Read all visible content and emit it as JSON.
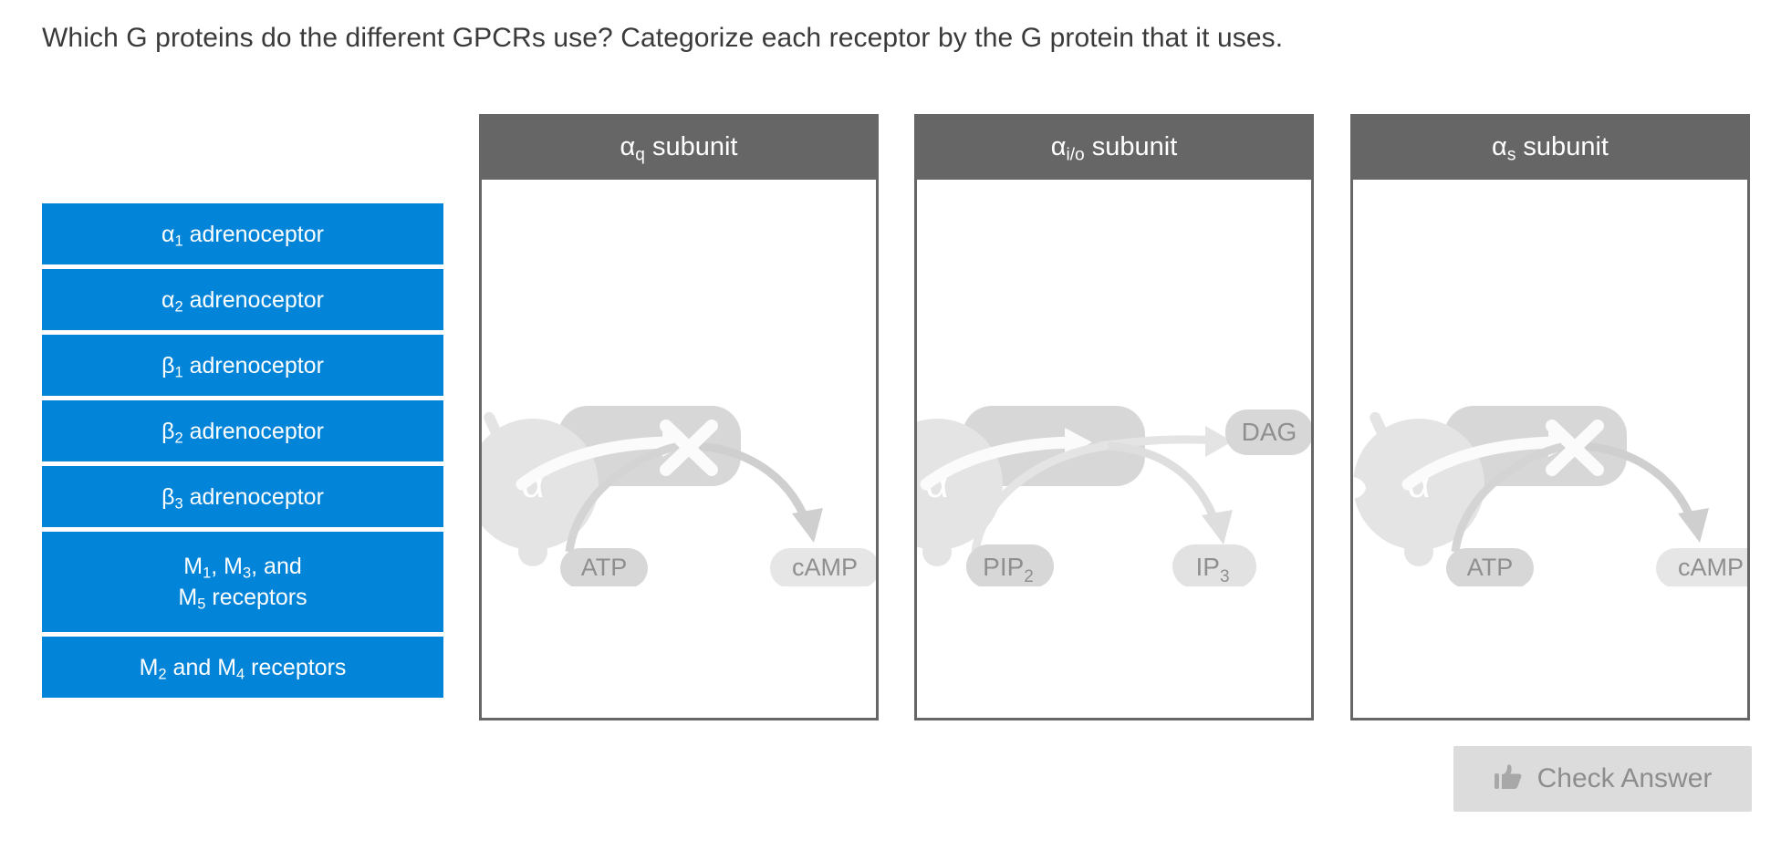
{
  "prompt": "Which G proteins do the different GPCRs use? Categorize each receptor by the G protein that it uses.",
  "colors": {
    "tile_blue": "#0284d8",
    "header_gray": "#666666",
    "button_gray": "#dcdcdc",
    "button_text_gray": "#8d8d8d",
    "watermark_gray": "#e2e2e2"
  },
  "bank": {
    "items": [
      {
        "id": "alpha1-adrenoceptor",
        "lines": [
          {
            "base": "α",
            "sub": "1",
            "rest": " adrenoceptor"
          }
        ]
      },
      {
        "id": "alpha2-adrenoceptor",
        "lines": [
          {
            "base": "α",
            "sub": "2",
            "rest": " adrenoceptor"
          }
        ]
      },
      {
        "id": "beta1-adrenoceptor",
        "lines": [
          {
            "base": "β",
            "sub": "1",
            "rest": " adrenoceptor"
          }
        ]
      },
      {
        "id": "beta2-adrenoceptor",
        "lines": [
          {
            "base": "β",
            "sub": "2",
            "rest": " adrenoceptor"
          }
        ]
      },
      {
        "id": "beta3-adrenoceptor",
        "lines": [
          {
            "base": "β",
            "sub": "3",
            "rest": " adrenoceptor"
          }
        ]
      },
      {
        "id": "m1-m3-m5-receptors",
        "lines": [
          {
            "base": "M",
            "sub": "1",
            "rest": ", M",
            "sub2": "3",
            "rest2": ", and"
          },
          {
            "base": "M",
            "sub": "5",
            "rest": " receptors"
          }
        ]
      },
      {
        "id": "m2-m4-receptors",
        "lines": [
          {
            "base": "M",
            "sub": "2",
            "rest": " and M",
            "sub2": "4",
            "rest2": " receptors"
          }
        ]
      }
    ],
    "labels": {
      "alpha1": "α1 adrenoceptor",
      "alpha2": "α2 adrenoceptor",
      "beta1": "β1 adrenoceptor",
      "beta2": "β2 adrenoceptor",
      "beta3": "β3 adrenoceptor",
      "m135": "M1, M3, and M5 receptors",
      "m24": "M2 and M4 receptors"
    }
  },
  "columns": [
    {
      "id": "alpha-q",
      "header_base": "α",
      "header_sub": "q",
      "header_rest": " subunit",
      "header_text": "αq subunit",
      "dropped_items": [],
      "watermark": {
        "subunit_label": "α",
        "nodes": [
          "ATP",
          "cAMP"
        ],
        "blocked": true
      }
    },
    {
      "id": "alpha-i-o",
      "header_base": "α",
      "header_sub": "i/o",
      "header_rest": " subunit",
      "header_text": "αi/o subunit",
      "dropped_items": [],
      "watermark": {
        "subunit_label": "α",
        "nodes": [
          "DAG",
          "PIP2",
          "IP3"
        ],
        "blocked": false
      }
    },
    {
      "id": "alpha-s",
      "header_base": "α",
      "header_sub": "s",
      "header_rest": " subunit",
      "header_text": "αs subunit",
      "dropped_items": [],
      "watermark": {
        "subunit_label": "α",
        "nodes": [
          "ATP",
          "cAMP"
        ],
        "blocked": true
      }
    }
  ],
  "check_button": {
    "label": "Check Answer",
    "icon": "thumbs-up-icon"
  }
}
